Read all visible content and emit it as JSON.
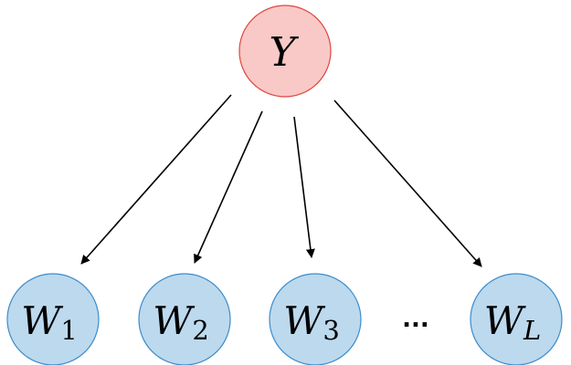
{
  "diagram": {
    "type": "graphical-model",
    "parent": {
      "id": "Y",
      "label": "Y",
      "fill": "#f8c9c6",
      "stroke": "#e0463e"
    },
    "children": [
      {
        "id": "W1",
        "label": "W",
        "subscript": "1",
        "subscript_italic": false
      },
      {
        "id": "W2",
        "label": "W",
        "subscript": "2",
        "subscript_italic": false
      },
      {
        "id": "W3",
        "label": "W",
        "subscript": "3",
        "subscript_italic": false
      },
      {
        "id": "WL",
        "label": "W",
        "subscript": "L",
        "subscript_italic": true
      }
    ],
    "child_style": {
      "fill": "#bcd9ee",
      "stroke": "#3b8ccb"
    },
    "ellipsis": "...",
    "edges": [
      {
        "from": "Y",
        "to": "W1"
      },
      {
        "from": "Y",
        "to": "W2"
      },
      {
        "from": "Y",
        "to": "W3"
      },
      {
        "from": "Y",
        "to": "WL"
      }
    ],
    "edge_color": "#000000"
  }
}
